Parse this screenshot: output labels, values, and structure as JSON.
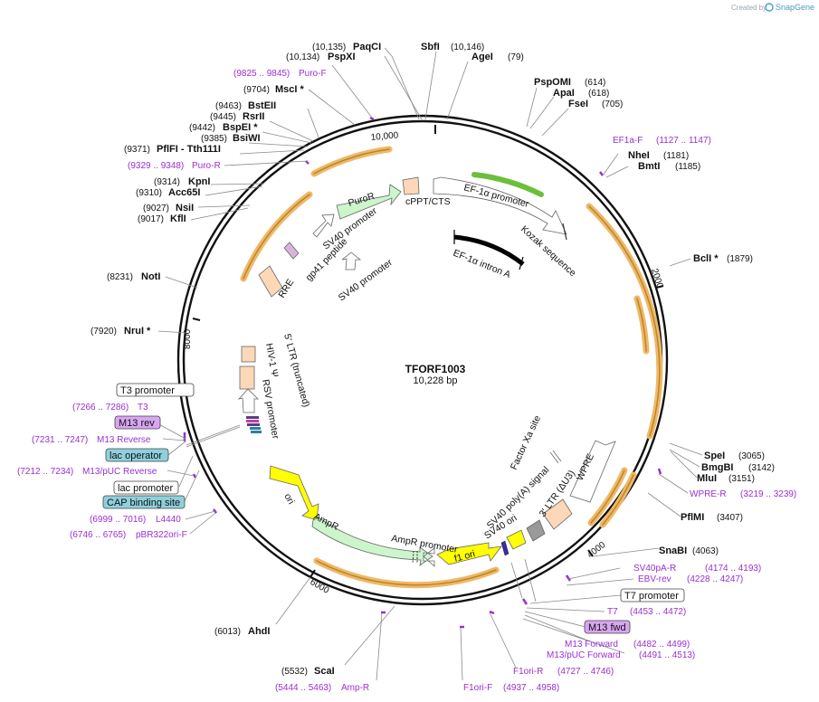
{
  "credit": {
    "text": "Created by",
    "brand": "SnapGene"
  },
  "plasmid": {
    "name": "TFORF1003",
    "size": "10,228 bp"
  },
  "ticks": [
    "10,000",
    "2000",
    "4000",
    "6000",
    "8000"
  ],
  "enzymes": [
    {
      "name": "PaqCI",
      "pos": "(10,135)"
    },
    {
      "name": "SbfI",
      "pos": "(10,146)"
    },
    {
      "name": "PspXI",
      "pos": "(10,134)"
    },
    {
      "name": "AgeI",
      "pos": "(79)"
    },
    {
      "name": "MscI *",
      "pos": "(9704)"
    },
    {
      "name": "PspOMI",
      "pos": "(614)"
    },
    {
      "name": "ApaI",
      "pos": "(618)"
    },
    {
      "name": "FseI",
      "pos": "(705)"
    },
    {
      "name": "BstEII",
      "pos": "(9463)"
    },
    {
      "name": "RsrII",
      "pos": "(9445)"
    },
    {
      "name": "BspEI *",
      "pos": "(9442)"
    },
    {
      "name": "BsiWI",
      "pos": "(9385)"
    },
    {
      "name": "PflFI - Tth111I",
      "pos": "(9371)"
    },
    {
      "name": "NheI",
      "pos": "(1181)"
    },
    {
      "name": "BmtI",
      "pos": "(1185)"
    },
    {
      "name": "KpnI",
      "pos": "(9314)"
    },
    {
      "name": "Acc65I",
      "pos": "(9310)"
    },
    {
      "name": "NsiI",
      "pos": "(9027)"
    },
    {
      "name": "KflI",
      "pos": "(9017)"
    },
    {
      "name": "BclI *",
      "pos": "(1879)"
    },
    {
      "name": "NotI",
      "pos": "(8231)"
    },
    {
      "name": "NruI *",
      "pos": "(7920)"
    },
    {
      "name": "SpeI",
      "pos": "(3065)"
    },
    {
      "name": "BmgBI",
      "pos": "(3142)"
    },
    {
      "name": "MluI",
      "pos": "(3151)"
    },
    {
      "name": "PflMI",
      "pos": "(3407)"
    },
    {
      "name": "SnaBI",
      "pos": "(4063)"
    },
    {
      "name": "AhdI",
      "pos": "(6013)"
    },
    {
      "name": "ScaI",
      "pos": "(5532)"
    }
  ],
  "primers": [
    {
      "name": "Puro-F",
      "range": "(9825 .. 9845)"
    },
    {
      "name": "EF1a-F",
      "range": "(1127 .. 1147)"
    },
    {
      "name": "Puro-R",
      "range": "(9329 .. 9348)"
    },
    {
      "name": "T3",
      "range": "(7266 .. 7286)"
    },
    {
      "name": "M13 Reverse",
      "range": "(7231 .. 7247)"
    },
    {
      "name": "M13/pUC Reverse",
      "range": "(7212 .. 7234)"
    },
    {
      "name": "L4440",
      "range": "(6999 .. 7016)"
    },
    {
      "name": "pBR322ori-F",
      "range": "(6746 .. 6765)"
    },
    {
      "name": "WPRE-R",
      "range": "(3219 .. 3239)"
    },
    {
      "name": "SV40pA-R",
      "range": "(4174 .. 4193)"
    },
    {
      "name": "EBV-rev",
      "range": "(4228 .. 4247)"
    },
    {
      "name": "T7",
      "range": "(4453 .. 4472)"
    },
    {
      "name": "M13 Forward",
      "range": "(4482 .. 4499)"
    },
    {
      "name": "M13/pUC Forward",
      "range": "(4491 .. 4513)"
    },
    {
      "name": "F1ori-R",
      "range": "(4727 .. 4746)"
    },
    {
      "name": "F1ori-F",
      "range": "(4937 .. 4958)"
    },
    {
      "name": "Amp-R",
      "range": "(5444 .. 5463)"
    }
  ],
  "boxes": {
    "t3_promoter": "T3 promoter",
    "m13_rev": "M13 rev",
    "lac_operator": "lac operator",
    "lac_promoter": "lac promoter",
    "cap_site": "CAP binding site",
    "t7_promoter": "T7 promoter",
    "m13_fwd": "M13 fwd"
  },
  "features": {
    "puror": "PuroR",
    "sv40_promoter_1": "SV40 promoter",
    "sv40_promoter_2": "SV40 promoter",
    "cppt": "cPPT/CTS",
    "ef1a_promoter": "EF-1α promoter",
    "kozak": "Kozak sequence",
    "ef1a_intron": "EF-1α intron A",
    "gp41": "gp41 peptide",
    "rre": "RRE",
    "ltr5": "5′ LTR (truncated)",
    "hiv1": "HIV-1 Ψ",
    "rsv": "RSV promoter",
    "factor_xa": "Factor Xa site",
    "wpre": "WPRE",
    "ltr3": "3′ LTR (ΔU3)",
    "sv40_polya": "SV40 poly(A) signal",
    "sv40_ori": "SV40 ori",
    "f1_ori": "f1 ori",
    "ampr_promoter": "AmpR promoter",
    "ampr": "AmpR",
    "ori": "ori"
  },
  "colors": {
    "primer": "#9a2fd0",
    "orf_outline": "#f0b865",
    "orf_fill": "#b8862f",
    "green_orf": "#6bbf3a",
    "yellow": "#ffff00",
    "mint": "#ccf5cc",
    "peach": "#fcd8b8",
    "grey_feature": "#9a9a9a",
    "lac_box": "#8fd0dc",
    "m13_box": "#d9a6f2"
  }
}
